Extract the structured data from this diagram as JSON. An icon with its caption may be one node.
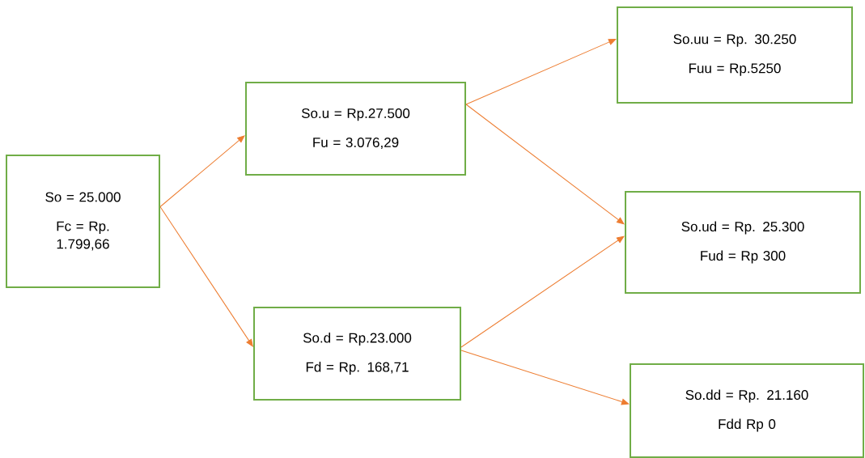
{
  "diagram": {
    "nodes": [
      {
        "text": [
          "So = 25.000",
          "Fc = Rp. 1.799,66"
        ]
      },
      {
        "text": [
          "So.u = Rp.27.500",
          "Fu = 3.076,29"
        ]
      },
      {
        "text": [
          "So.d = Rp.23.000",
          "Fd = Rp. 168,71"
        ]
      },
      {
        "text": [
          "So.uu = Rp. 30.250",
          "Fuu = Rp.5250"
        ]
      },
      {
        "text": [
          "So.ud = Rp. 25.300",
          "Fud = Rp 300"
        ]
      },
      {
        "text": [
          "So.dd = Rp. 21.160",
          "Fdd Rp 0"
        ]
      }
    ],
    "edges": [
      {
        "from": 0,
        "to": 1,
        "arrow": "to"
      },
      {
        "from": 0,
        "to": 2,
        "arrow": "to"
      },
      {
        "from": 1,
        "to": 3,
        "arrow": "to"
      },
      {
        "from": 1,
        "to": 4,
        "arrow": "to"
      },
      {
        "from": 2,
        "to": 4,
        "arrow": "to"
      },
      {
        "from": 2,
        "to": 5,
        "arrow": "to"
      }
    ]
  }
}
